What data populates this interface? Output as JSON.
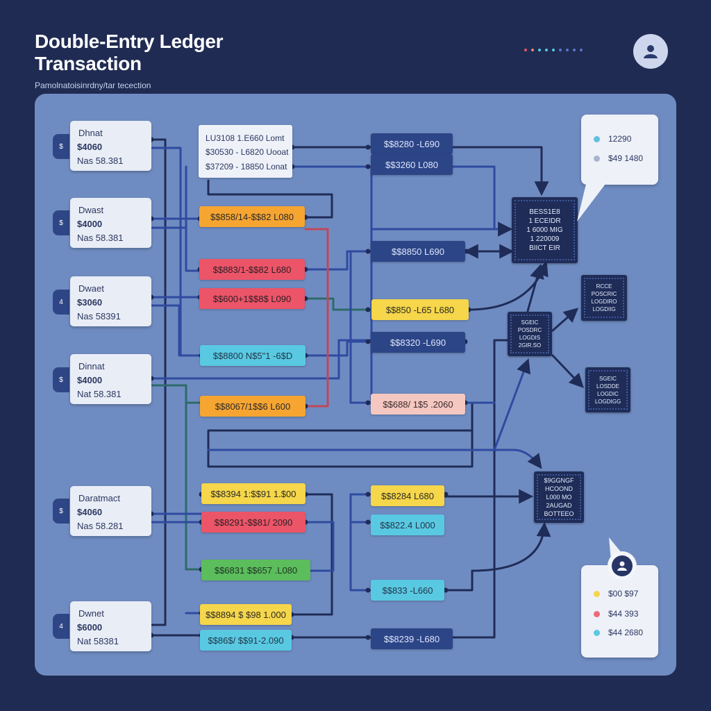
{
  "header": {
    "title_line1": "Double-Entry Ledger",
    "title_line2": "Transaction",
    "subtitle": "Pamolnatoisinrdny/tar tecection"
  },
  "colors": {
    "background": "#1f2b52",
    "canvas": "#6f8cc2",
    "orange": "#f6a531",
    "red": "#ec5468",
    "cyan": "#59c9e2",
    "yellow": "#f6d64a",
    "green": "#5bbd5c",
    "pink": "#f4c7c0",
    "navy_pill": "#2c4587",
    "chip": "#1f2c57"
  },
  "accounts": [
    {
      "l1": "Dhnat",
      "l2": "$4060",
      "l3": "Nas 58.381",
      "tab": "$"
    },
    {
      "l1": "Dwast",
      "l2": "$4000",
      "l3": "Nas 58.381",
      "tab": "$"
    },
    {
      "l1": "Dwaet",
      "l2": "$3060",
      "l3": "Nas 58391",
      "tab": "4"
    },
    {
      "l1": "Dinnat",
      "l2": "$4000",
      "l3": "Nat 58.381",
      "tab": "$"
    },
    {
      "l1": "Daratmact",
      "l2": "$4060",
      "l3": "Nas 58.281",
      "tab": "$"
    },
    {
      "l1": "Dwnet",
      "l2": "$6000",
      "l3": "Nat 58381",
      "tab": "4"
    }
  ],
  "ledger_box": {
    "line1": "LU3108 1.E660 Lomt",
    "line2": "$30530 - L6820 Uooat",
    "line3": "$37209 - 18850 Lonat"
  },
  "pills_left": [
    {
      "text": "$$858/14-$$82 L080",
      "color": "orange"
    },
    {
      "text": "$$883/1-$$82 L680",
      "color": "red"
    },
    {
      "text": "$$600+1$$8$ L090",
      "color": "red"
    },
    {
      "text": "$$8800 N$5\"1 -6$D",
      "color": "cyan"
    },
    {
      "text": "$$8067/1$$6 L600",
      "color": "orange"
    },
    {
      "text": "$$8394 1:$$91 1.$00",
      "color": "yellow"
    },
    {
      "text": "$$8291-$$81/ 2090",
      "color": "red"
    },
    {
      "text": "$$6831 $$657 .L080",
      "color": "green"
    },
    {
      "text": "$$8894 $ $98 1.000",
      "color": "yellow"
    },
    {
      "text": "$$86$/ $$91-2.090",
      "color": "cyan"
    }
  ],
  "pills_mid": [
    {
      "text": "$$8280 -L690",
      "color": "navy"
    },
    {
      "text": "$$3260 L080",
      "color": "navy"
    },
    {
      "text": "$$8850 L690",
      "color": "navy"
    },
    {
      "text": "$$850 -L65 L680",
      "color": "yellow"
    },
    {
      "text": "$$8320 -L690",
      "color": "navy"
    },
    {
      "text": "$$688/ 1$5 .2060",
      "color": "pink"
    },
    {
      "text": "$$8284 L680",
      "color": "yellow"
    },
    {
      "text": "$$822.4 L000",
      "color": "cyan"
    },
    {
      "text": "$$833 -L660",
      "color": "cyan"
    },
    {
      "text": "$$8239 -L680",
      "color": "navy"
    }
  ],
  "chips": [
    {
      "lines": [
        "BESS1E8",
        "1 ECEIDR",
        "1 6000 MIG",
        "1 220009",
        "BIICT EIR"
      ]
    },
    {
      "lines": [
        "RCCE",
        "POSCRIC",
        "LOGDIRO",
        "LOGDIIG"
      ]
    },
    {
      "lines": [
        "SGEIC",
        "POSDRC",
        "LOGDIS",
        "2GIR.SO"
      ]
    },
    {
      "lines": [
        "SGEIC",
        "LOSDDE",
        "LOGDIC",
        "LOGDIGG"
      ]
    },
    {
      "lines": [
        "$9GGNGF",
        "HCOOND",
        "L000 MO",
        "2AUGAD",
        "BOTTEEO"
      ]
    }
  ],
  "callout_top": {
    "rows": [
      {
        "text": "12290",
        "color": "#5fc0e0"
      },
      {
        "text": "$49 1480",
        "color": "#a9b5cf"
      }
    ]
  },
  "callout_bottom": {
    "rows": [
      {
        "text": "$00 $97",
        "color": "#f6d64a"
      },
      {
        "text": "$44 393",
        "color": "#ec6a78"
      },
      {
        "text": "$44 2680",
        "color": "#59c9e2"
      }
    ]
  },
  "header_dots": [
    "#e05a6d",
    "#e98a65",
    "#59c9e2",
    "#59c9e2",
    "#59c9e2",
    "#5a78c8",
    "#5a78c8",
    "#5a78c8",
    "#5a78c8"
  ]
}
